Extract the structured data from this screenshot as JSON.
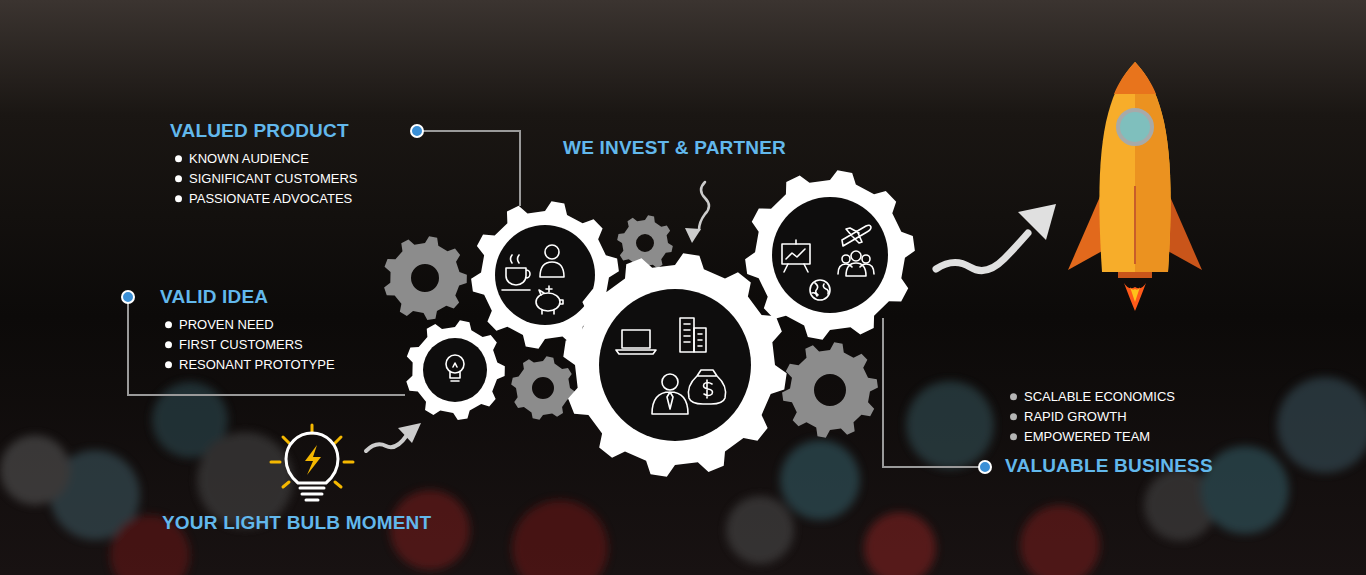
{
  "diagram": {
    "labels": [
      "VALUED PRODUCT",
      "KNOWN AUDIENCE",
      "SIGNIFICANT CUSTOMERS",
      "PASSIONATE ADVOCATES",
      "WE INVEST & PARTNER",
      "VALID IDEA",
      "PROVEN NEED",
      "FIRST CUSTOMERS",
      "RESONANT PROTOTYPE",
      "SCALABLE ECONOMICS",
      "RAPID GROWTH",
      "EMPOWERED TEAM",
      "VALUABLE BUSINESS",
      "YOUR LIGHT BULB MOMENT"
    ]
  }
}
